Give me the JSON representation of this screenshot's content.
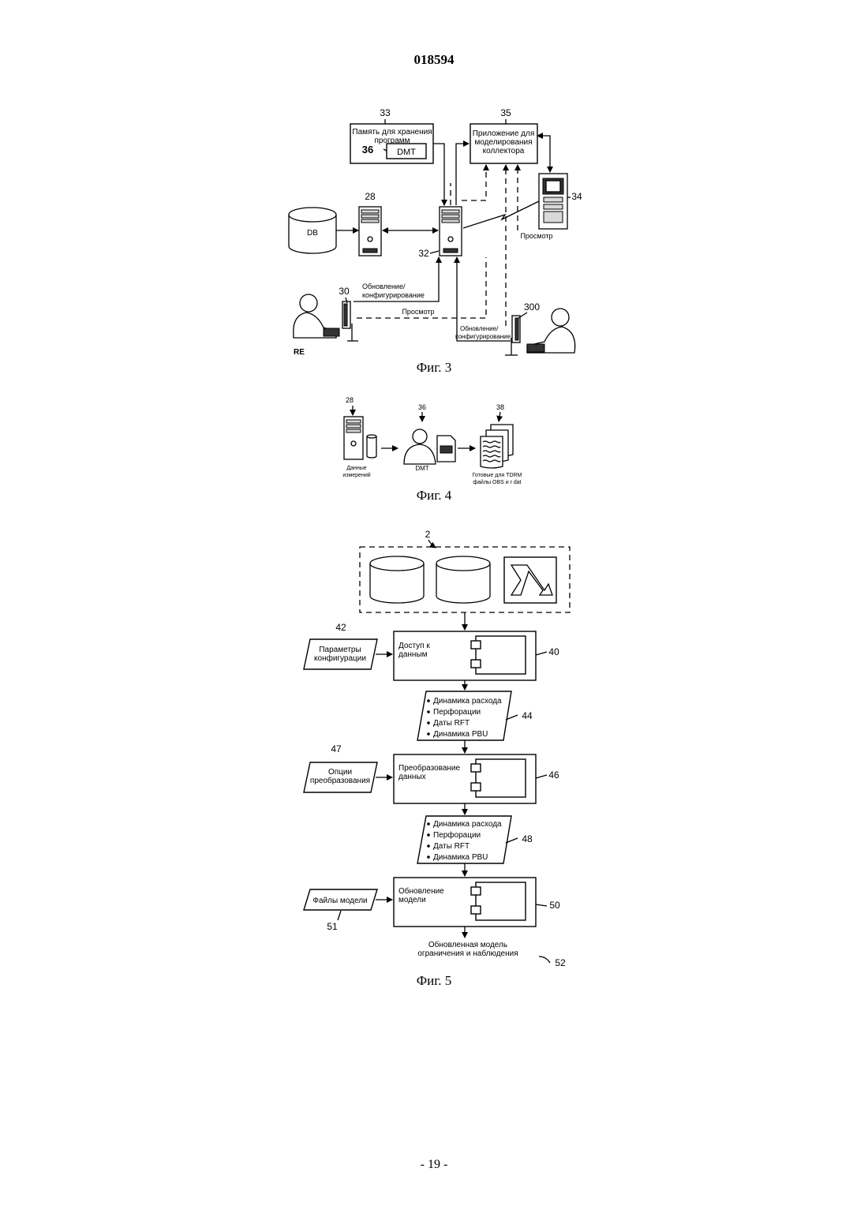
{
  "header": {
    "doc_number": "018594"
  },
  "fig3": {
    "caption": "Фиг. 3",
    "ref_33": "33",
    "ref_35": "35",
    "ref_36": "36",
    "ref_28": "28",
    "ref_34": "34",
    "ref_32": "32",
    "ref_30": "30",
    "ref_300": "300",
    "storage_label_line1": "Память для хранения",
    "storage_label_line2": "программ",
    "dmt_label": "DMT",
    "app_label_line1": "Приложение для",
    "app_label_line2": "моделирования",
    "app_label_line3": "коллектора",
    "db_label": "DB",
    "view_label_right": "Просмотр",
    "update_label_line1": "Обновление/",
    "update_label_line2": "конфигурирование",
    "view_label_bottom": "Просмотр",
    "update2_label_line1": "Обновление/",
    "update2_label_line2": "конфигурирование",
    "re_label": "RE"
  },
  "fig4": {
    "caption": "Фиг. 4",
    "ref_28": "28",
    "ref_36": "36",
    "ref_38": "38",
    "measure_line1": "Данные",
    "measure_line2": "измерений",
    "dmt_label": "DMT",
    "ready_line1": "Готовые для TDRM",
    "ready_line2": "файлы OBS и r dat"
  },
  "fig5": {
    "caption": "Фиг. 5",
    "ref_2": "2",
    "ref_42": "42",
    "ref_40": "40",
    "ref_44": "44",
    "ref_47": "47",
    "ref_46": "46",
    "ref_48": "48",
    "ref_51": "51",
    "ref_50": "50",
    "ref_52": "52",
    "config_line1": "Параметры",
    "config_line2": "конфигурации",
    "access_line1": "Доступ к",
    "access_line2": "данным",
    "list_a": [
      "Динамика расхода",
      "Перфорации",
      "Даты RFT",
      "Динамика PBU"
    ],
    "options_line1": "Опции",
    "options_line2": "преобразования",
    "convert_line1": "Преобразование",
    "convert_line2": "данных",
    "list_b": [
      "Динамика расхода",
      "Перфорации",
      "Даты RFT",
      "Динамика PBU"
    ],
    "model_files": "Файлы модели",
    "update_line1": "Обновление",
    "update_line2": "модели",
    "result_line1": "Обновленная модель",
    "result_line2": "ограничения и наблюдения"
  },
  "footer": {
    "page_label": "- 19 -"
  }
}
